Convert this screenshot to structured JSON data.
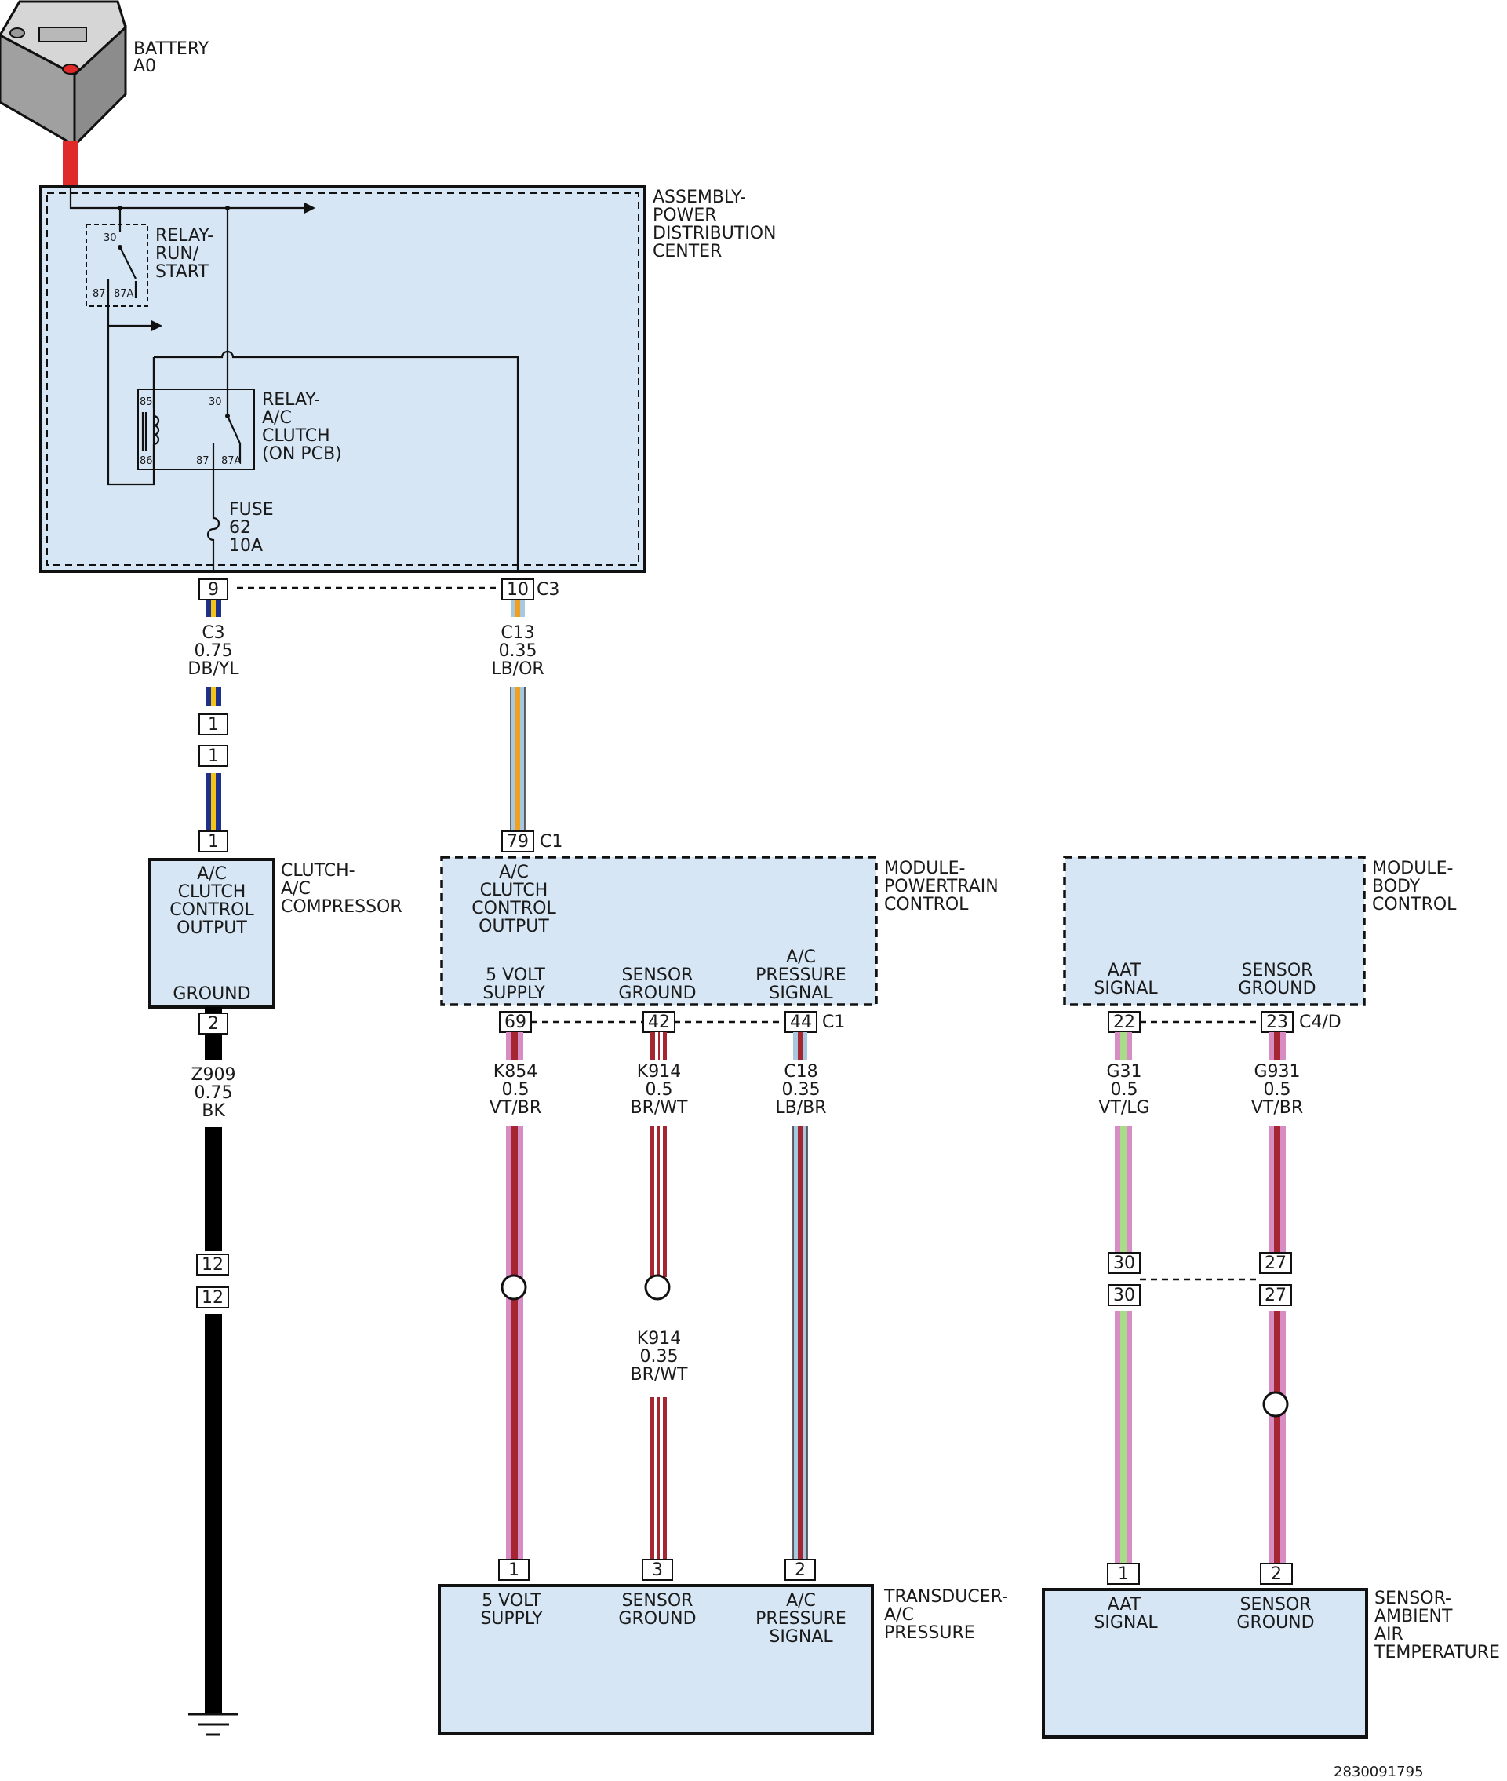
{
  "diagram": {
    "battery": {
      "line1": "BATTERY",
      "line2": "A0"
    },
    "pdc": {
      "title": [
        "ASSEMBLY-",
        "POWER",
        "DISTRIBUTION",
        "CENTER"
      ],
      "relay_run_start": {
        "label": [
          "RELAY-",
          "RUN/",
          "START"
        ],
        "pins": [
          "30",
          "87",
          "87A"
        ]
      },
      "relay_ac_clutch": {
        "label": [
          "RELAY-",
          "A/C",
          "CLUTCH",
          "(ON PCB)"
        ],
        "pins": [
          "85",
          "30",
          "86",
          "87",
          "87A"
        ]
      },
      "fuse": [
        "FUSE",
        "62",
        "10A"
      ],
      "connector": "C3",
      "pins": [
        "9",
        "10"
      ]
    },
    "wires": {
      "c3": [
        "C3",
        "0.75",
        "DB/YL"
      ],
      "c13": [
        "C13",
        "0.35",
        "LB/OR"
      ],
      "z909": [
        "Z909",
        "0.75",
        "BK"
      ],
      "k854": [
        "K854",
        "0.5",
        "VT/BR"
      ],
      "k914": [
        "K914",
        "0.5",
        "BR/WT"
      ],
      "c18": [
        "C18",
        "0.35",
        "LB/BR"
      ],
      "k914b": [
        "K914",
        "0.35",
        "BR/WT"
      ],
      "g31": [
        "G31",
        "0.5",
        "VT/LG"
      ],
      "g931": [
        "G931",
        "0.5",
        "VT/BR"
      ]
    },
    "inline_pins": {
      "p1": "1",
      "p12": "12",
      "p30": "30",
      "p27": "27"
    },
    "clutch": {
      "title": [
        "CLUTCH-",
        "A/C",
        "COMPRESSOR"
      ],
      "func_top": [
        "A/C",
        "CLUTCH",
        "CONTROL",
        "OUTPUT"
      ],
      "func_bottom": "GROUND",
      "pin_top": "1",
      "pin_bottom": "2"
    },
    "pcm": {
      "title": [
        "MODULE-",
        "POWERTRAIN",
        "CONTROL"
      ],
      "func_top": [
        "A/C",
        "CLUTCH",
        "CONTROL",
        "OUTPUT"
      ],
      "f1": [
        "5 VOLT",
        "SUPPLY"
      ],
      "f2": [
        "SENSOR",
        "GROUND"
      ],
      "f3": [
        "A/C",
        "PRESSURE",
        "SIGNAL"
      ],
      "top_pin": "79",
      "top_conn": "C1",
      "pins": [
        "69",
        "42",
        "44"
      ],
      "conn": "C1"
    },
    "bcm": {
      "title": [
        "MODULE-",
        "BODY",
        "CONTROL"
      ],
      "f1": [
        "AAT",
        "SIGNAL"
      ],
      "f2": [
        "SENSOR",
        "GROUND"
      ],
      "pins": [
        "22",
        "23"
      ],
      "conn": "C4/D"
    },
    "transducer": {
      "title": [
        "TRANSDUCER-",
        "A/C",
        "PRESSURE"
      ],
      "f1": [
        "5 VOLT",
        "SUPPLY"
      ],
      "f2": [
        "SENSOR",
        "GROUND"
      ],
      "f3": [
        "A/C",
        "PRESSURE",
        "SIGNAL"
      ],
      "pins": [
        "1",
        "3",
        "2"
      ]
    },
    "aat_sensor": {
      "title": [
        "SENSOR-",
        "AMBIENT",
        "AIR",
        "TEMPERATURE"
      ],
      "f1": [
        "AAT",
        "SIGNAL"
      ],
      "f2": [
        "SENSOR",
        "GROUND"
      ],
      "pins": [
        "1",
        "2"
      ]
    },
    "figure_id": "2830091795",
    "colors": {
      "battery_red": "#e02a2a",
      "box_fill": "#d6e6f5",
      "dark_blue": "#1f2f8a",
      "yellow": "#f2c418",
      "light_blue": "#a8c8e0",
      "orange": "#f0a020",
      "violet": "#d88cc4",
      "brown": "#a52530",
      "white": "#ffffff",
      "light_green": "#a8dc88",
      "black": "#000000"
    }
  }
}
